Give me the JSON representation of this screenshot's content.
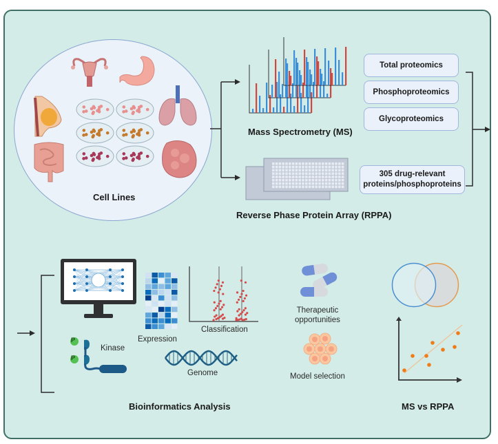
{
  "figure": {
    "cell_lines": {
      "label": "Cell Lines",
      "organs": [
        "uterus",
        "stomach",
        "breast",
        "lung",
        "intestine",
        "liver"
      ],
      "dish_colors": [
        "#e8908f",
        "#c47a2c",
        "#a8385a"
      ]
    },
    "ms": {
      "label": "Mass Spectrometry (MS)"
    },
    "rppa": {
      "label": "Reverse Phase Protein Array (RPPA)"
    },
    "outputs": {
      "ms_items": [
        "Total proteomics",
        "Phosphoproteomics",
        "Glycoproteomics"
      ],
      "rppa_item_line1": "305 drug-relevant",
      "rppa_item_line2": "proteins/phosphoproteins"
    },
    "bioinformatics": {
      "label": "Bioinformatics Analysis",
      "kinase": "Kinase",
      "kinase_p": "P",
      "expression": "Expression",
      "classification": "Classification",
      "genome": "Genome",
      "therapeutic_line1": "Therapeutic",
      "therapeutic_line2": "opportunities",
      "model_selection": "Model selection"
    },
    "comparison": {
      "label": "MS vs RPPA"
    },
    "colors": {
      "background": "#d3ece7",
      "border": "#3f6f66",
      "pill_border": "#9fb6de",
      "ms_blue": "#3b8fd6",
      "ms_red": "#d0473f",
      "venn_blue": "#4a8fd0",
      "venn_orange": "#e39a4f",
      "scatter_orange": "#ef7c16"
    }
  }
}
